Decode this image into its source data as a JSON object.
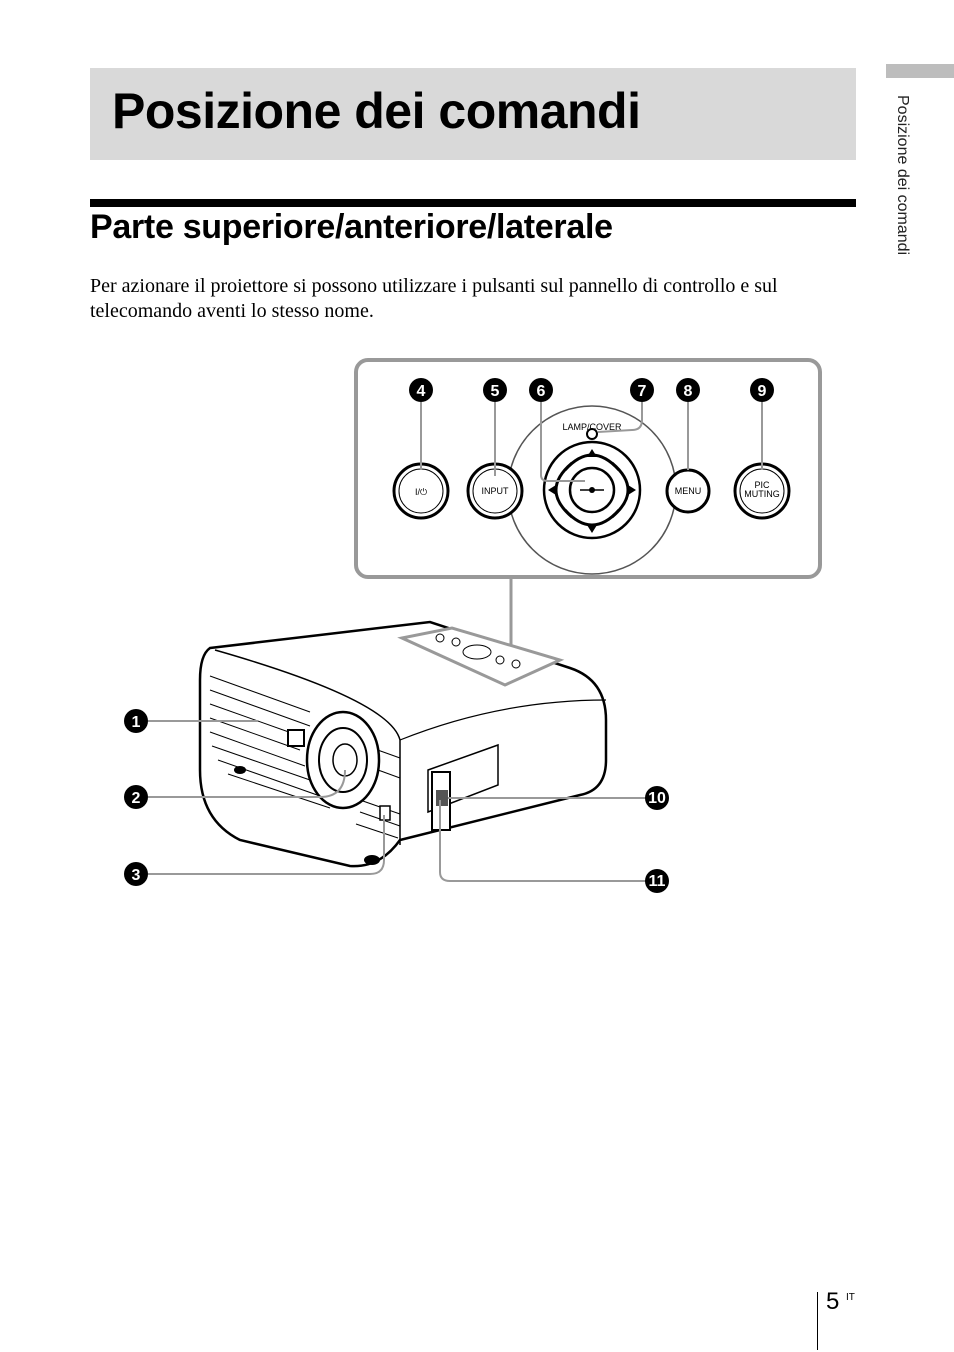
{
  "page": {
    "title": "Posizione dei comandi",
    "subtitle": "Parte superiore/anteriore/laterale",
    "intro": "Per azionare il proiettore si possono utilizzare i pulsanti sul pannello di controllo e sul telecomando aventi lo stesso nome.",
    "side_tab_text": "Posizione dei comandi",
    "page_number": "5",
    "page_lang": "IT"
  },
  "diagram": {
    "callouts": [
      "1",
      "2",
      "3",
      "4",
      "5",
      "6",
      "7",
      "8",
      "9",
      "10",
      "11"
    ],
    "labels": {
      "power": "I/⏻",
      "input": "INPUT",
      "menu": "MENU",
      "pic": "PIC",
      "muting": "MUTING",
      "lamp_cover": "LAMP/COVER"
    }
  }
}
